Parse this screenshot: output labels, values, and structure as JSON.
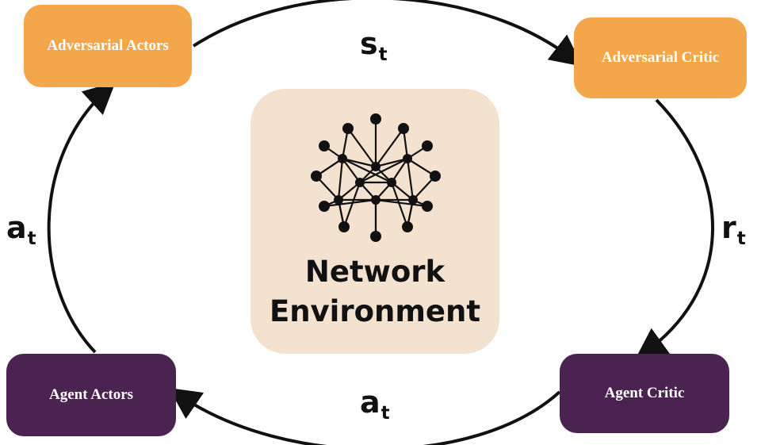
{
  "nodes": {
    "adversarial_actors": "Adversarial Actors",
    "adversarial_critic": "Adversarial Critic",
    "agent_actors": "Agent Actors",
    "agent_critic": "Agent Critic"
  },
  "environment": {
    "title": "Network\nEnvironment",
    "icon": "neural-network-icon"
  },
  "edges": {
    "top": {
      "symbol": "s",
      "subscript": "t"
    },
    "right": {
      "symbol": "r",
      "subscript": "t"
    },
    "left": {
      "symbol": "a",
      "subscript": "t"
    },
    "bottom": {
      "symbol": "a",
      "subscript": "t"
    }
  },
  "colors": {
    "adversarial": "#F4A64B",
    "agent": "#4A2350",
    "environment": "#F2E2CF",
    "stroke": "#111111"
  }
}
